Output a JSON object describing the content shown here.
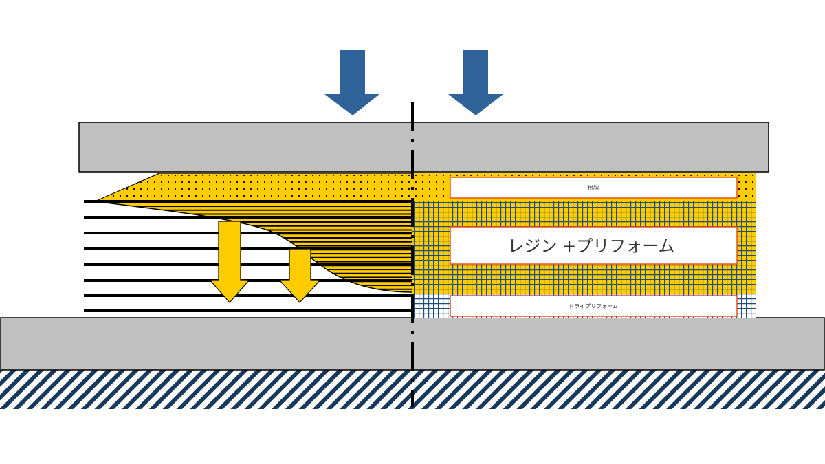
{
  "labels": {
    "resin": "樹脂",
    "resin_preform": "レジン +プリフォーム",
    "dry_preform": "ドライプリフォーム"
  },
  "colors": {
    "plate": "#c0c0c0",
    "resin_yellow": "#ffcc00",
    "press_arrow": "#2e6299",
    "grid_blue": "#1f4e79",
    "label_border": "#e8501e",
    "ground_hatch": "#17395c"
  },
  "icons": {
    "press_arrow": "down-arrow-icon",
    "flow_arrow": "down-arrow-icon"
  }
}
